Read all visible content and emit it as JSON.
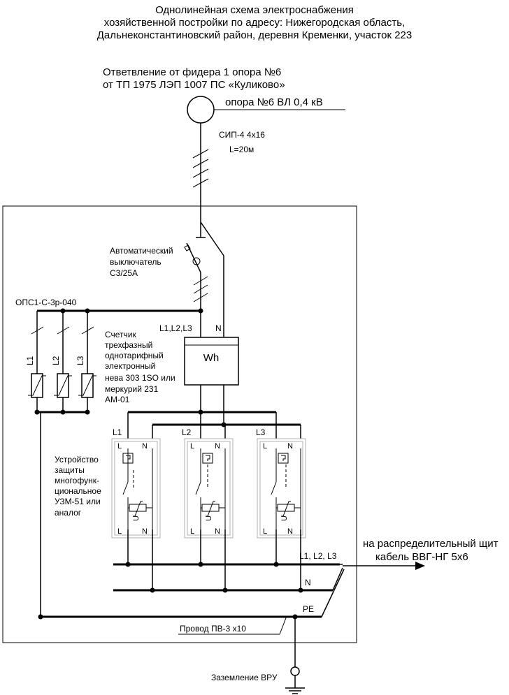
{
  "title": {
    "line1": "Однолинейная  схема электроснабжения",
    "line2": "хозяйственной постройки по адресу: Нижегородская область,",
    "line3": "Дальнеконстантиновский район, деревня Кременки, участок 223"
  },
  "source": {
    "line1": "Ответвление от фидера 1 опора №6",
    "line2": "от ТП 1975  ЛЭП 1007 ПС «Куликово»",
    "pole_label": "опора №6 ВЛ 0,4 кВ",
    "cable": "СИП-4  4х16",
    "length": "L=20м"
  },
  "breaker": {
    "line1": "Автоматический",
    "line2": "выключатель",
    "line3": "С3/25А"
  },
  "surge": {
    "label": "ОПС1-С-3р-040",
    "phases": [
      "L1",
      "L2",
      "L3"
    ]
  },
  "meter": {
    "phases_label": "L1,L2,L3",
    "n_label": "N",
    "symbol": "Wh",
    "desc": [
      "Счетчик",
      "трехфазный",
      "однотарифный",
      "электронный",
      "нева 303 1SO или",
      "меркурий 231",
      "АМ-01"
    ]
  },
  "uzm": {
    "desc": [
      "Устройство",
      "защиты",
      "многофунк-",
      "циональное",
      "УЗМ-51 или",
      "аналог"
    ],
    "units": [
      {
        "name": "L1",
        "top_l": "L",
        "top_n": "N",
        "bot_l": "L",
        "bot_n": "N"
      },
      {
        "name": "L2",
        "top_l": "L",
        "top_n": "N",
        "bot_l": "L",
        "bot_n": "N"
      },
      {
        "name": "L3",
        "top_l": "L",
        "top_n": "N",
        "bot_l": "L",
        "bot_n": "N"
      }
    ],
    "u_symbol": "U"
  },
  "output": {
    "line1": "на распределительный щит",
    "line2": "кабель ВВГ-НГ 5х6",
    "bus_label": "L1, L2, L3",
    "n_label": "N",
    "pe_label": "PE"
  },
  "ground": {
    "wire": "Провод ПВ-3 х10",
    "label": "Заземление ВРУ"
  }
}
